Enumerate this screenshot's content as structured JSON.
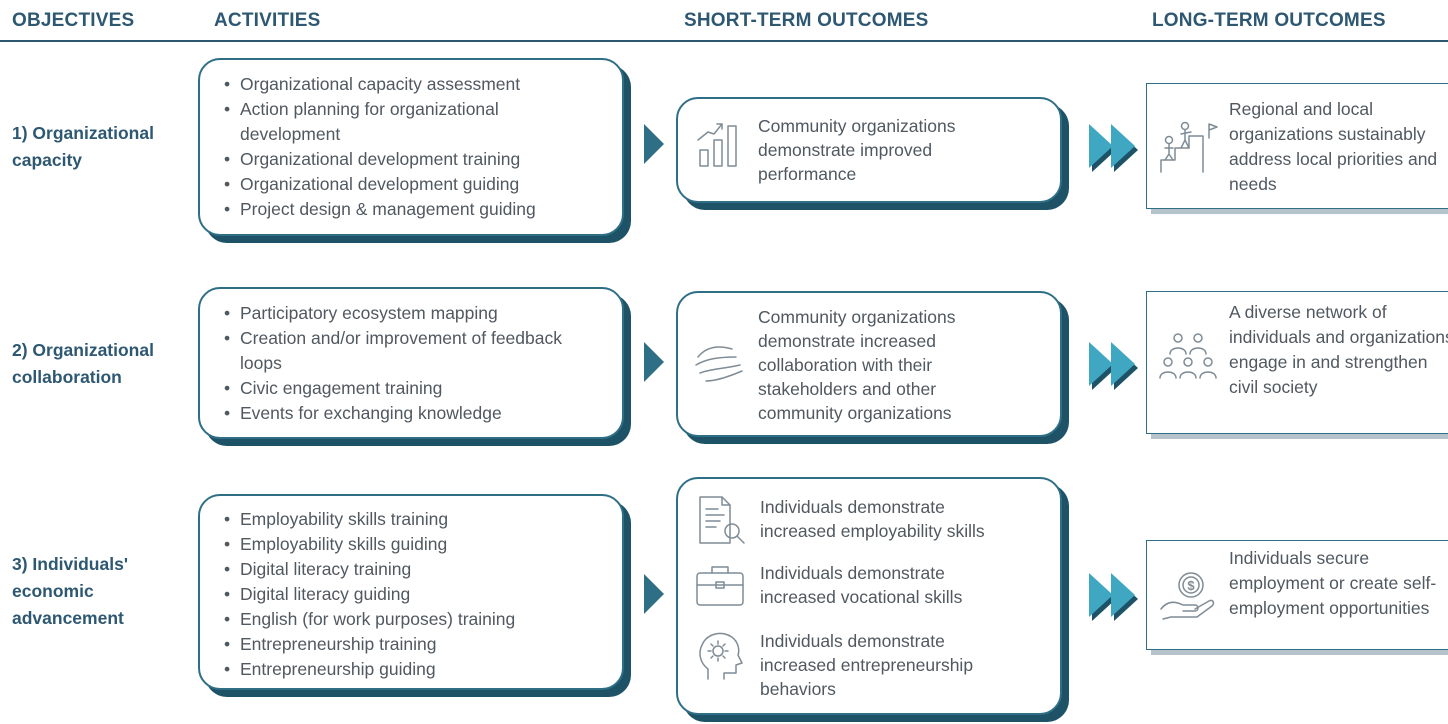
{
  "headers": {
    "objectives": "OBJECTIVES",
    "activities": "ACTIVITIES",
    "short_term": "SHORT-TERM OUTCOMES",
    "long_term": "LONG-TERM OUTCOMES"
  },
  "rows": [
    {
      "objective": "1) Organizational\ncapacity",
      "activities": [
        "Organizational capacity assessment",
        "Action planning for organizational development",
        "Organizational development training",
        "Organizational development guiding",
        "Project design & management guiding"
      ],
      "short_term": [
        {
          "icon": "growth-chart-icon",
          "text": "Community organizations demonstrate improved performance"
        }
      ],
      "long_term": {
        "icon": "climbing-stairs-icon",
        "text": "Regional and local organizations sustainably address local priorities and needs"
      }
    },
    {
      "objective": "2) Organizational\ncollaboration",
      "activities": [
        "Participatory ecosystem mapping",
        "Creation and/or improvement of feedback loops",
        "Civic engagement training",
        "Events for exchanging knowledge"
      ],
      "short_term": [
        {
          "icon": "handshake-icon",
          "text": "Community organizations demonstrate increased collaboration with their stakeholders and other community organizations"
        }
      ],
      "long_term": {
        "icon": "people-network-icon",
        "text": "A diverse network of individuals and organizations engage in and strengthen civil society"
      }
    },
    {
      "objective": "3) Individuals'\neconomic\nadvancement",
      "activities": [
        "Employability skills training",
        "Employability skills guiding",
        "Digital literacy training",
        "Digital literacy guiding",
        "English (for work purposes) training",
        "Entrepreneurship training",
        "Entrepreneurship guiding"
      ],
      "short_term": [
        {
          "icon": "resume-search-icon",
          "text": "Individuals demonstrate increased employability skills"
        },
        {
          "icon": "briefcase-icon",
          "text": "Individuals demonstrate increased vocational skills"
        },
        {
          "icon": "head-gear-icon",
          "text": "Individuals demonstrate increased entrepreneurship behaviors"
        }
      ],
      "long_term": {
        "icon": "hand-coin-icon",
        "text": "Individuals secure employment or create self-employment opportunities"
      }
    }
  ],
  "colors": {
    "header": "#2e5872",
    "box_border": "#2e6f86",
    "box_shadow": "#1e5266",
    "chevron_light": "#3fa7c2",
    "body_text": "#505860"
  }
}
